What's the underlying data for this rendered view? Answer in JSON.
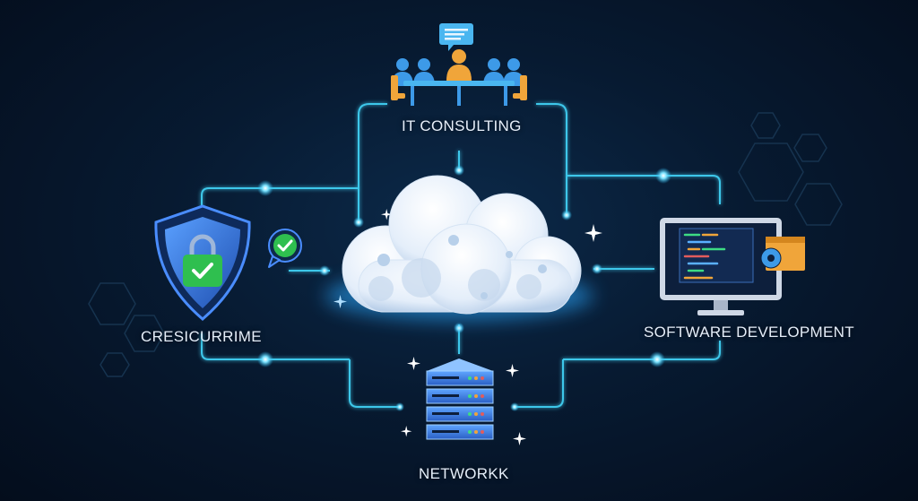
{
  "diagram": {
    "center": {
      "icon": "cloud-icon"
    },
    "nodes": {
      "top": {
        "label": "IT CONSULTING",
        "icon": "meeting-team-icon"
      },
      "left": {
        "label": "CRESICURRIME",
        "icon": "security-shield-lock-icon"
      },
      "right": {
        "label": "SOFTWARE DEVELOPMENT",
        "icon": "code-monitor-icon"
      },
      "bottom": {
        "label": "NETWORKK",
        "icon": "server-rack-icon"
      }
    }
  },
  "colors": {
    "background": "#061529",
    "line": "#3ec7ea",
    "shield": "#2f6fd6",
    "lock": "#2fbf4f",
    "person_blue": "#3d9ae8",
    "person_orange": "#f0a53a",
    "server": "#3f7fdc",
    "cloud": "#e8f1fb"
  }
}
